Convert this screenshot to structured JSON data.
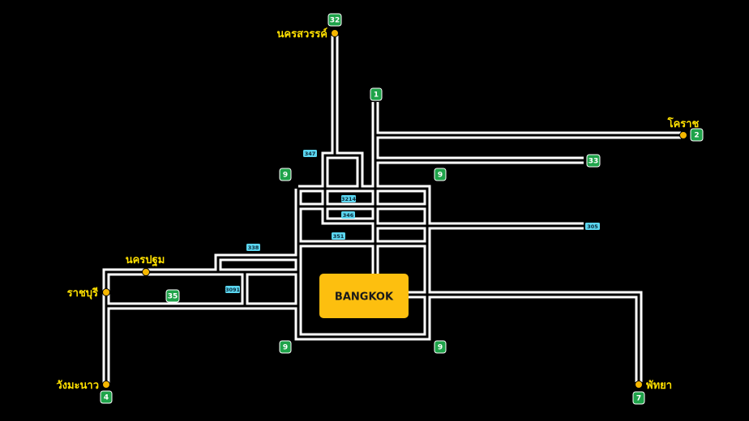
{
  "colors": {
    "background": "#000000",
    "road_border": "#ffffff",
    "road_fill": "#000000",
    "city_marker": "#f6b700",
    "city_label": "#ffe000",
    "center_box": "#fdbf0f",
    "center_text": "#1a1a1a",
    "highway_shield": "#1fa34a",
    "local_shield": "#5bd6f0"
  },
  "center": {
    "label": "BANGKOK"
  },
  "cities": [
    {
      "id": "nakhon-sawan",
      "label": "นครสวรรค์"
    },
    {
      "id": "korat",
      "label": "โคราช"
    },
    {
      "id": "nakhon-pathom",
      "label": "นครปฐม"
    },
    {
      "id": "ratchaburi",
      "label": "ราชบุรี"
    },
    {
      "id": "wang-manao",
      "label": "วังมะนาว"
    },
    {
      "id": "pattaya",
      "label": "พัทยา"
    }
  ],
  "highways": [
    {
      "id": "hw-32",
      "label": "32"
    },
    {
      "id": "hw-1",
      "label": "1"
    },
    {
      "id": "hw-2",
      "label": "2"
    },
    {
      "id": "hw-33",
      "label": "33"
    },
    {
      "id": "hw-9-nw",
      "label": "9"
    },
    {
      "id": "hw-9-ne",
      "label": "9"
    },
    {
      "id": "hw-35",
      "label": "35"
    },
    {
      "id": "hw-9-sw",
      "label": "9"
    },
    {
      "id": "hw-9-se",
      "label": "9"
    },
    {
      "id": "hw-4",
      "label": "4"
    },
    {
      "id": "hw-7",
      "label": "7"
    }
  ],
  "local_routes": [
    {
      "id": "rt-347",
      "label": "347"
    },
    {
      "id": "rt-3214",
      "label": "3214"
    },
    {
      "id": "rt-346",
      "label": "346"
    },
    {
      "id": "rt-305",
      "label": "305"
    },
    {
      "id": "rt-351",
      "label": "351"
    },
    {
      "id": "rt-338",
      "label": "338"
    },
    {
      "id": "rt-3091",
      "label": "3091"
    }
  ]
}
